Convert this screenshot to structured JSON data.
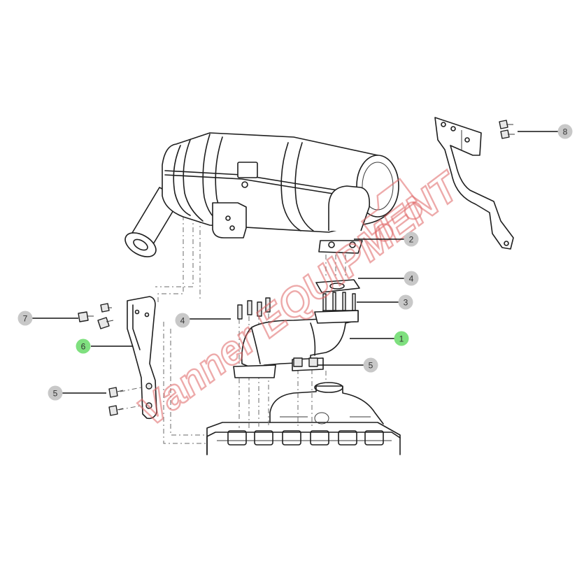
{
  "diagram": {
    "watermark": "Vanner EQUIPMENT",
    "colors": {
      "callout": "#c8c8c8",
      "callout_highlight": "#7fe07f",
      "watermark": "#e06666",
      "line": "#1e1e1e"
    },
    "callouts": [
      {
        "id": "c2",
        "label": "2",
        "highlight": false
      },
      {
        "id": "c4a",
        "label": "4",
        "highlight": false
      },
      {
        "id": "c3",
        "label": "3",
        "highlight": false
      },
      {
        "id": "c1",
        "label": "1",
        "highlight": true
      },
      {
        "id": "c5a",
        "label": "5",
        "highlight": false
      },
      {
        "id": "c4b",
        "label": "4",
        "highlight": false
      },
      {
        "id": "c7",
        "label": "7",
        "highlight": false
      },
      {
        "id": "c6",
        "label": "6",
        "highlight": true
      },
      {
        "id": "c5b",
        "label": "5",
        "highlight": false
      },
      {
        "id": "c8",
        "label": "8",
        "highlight": false
      }
    ]
  }
}
